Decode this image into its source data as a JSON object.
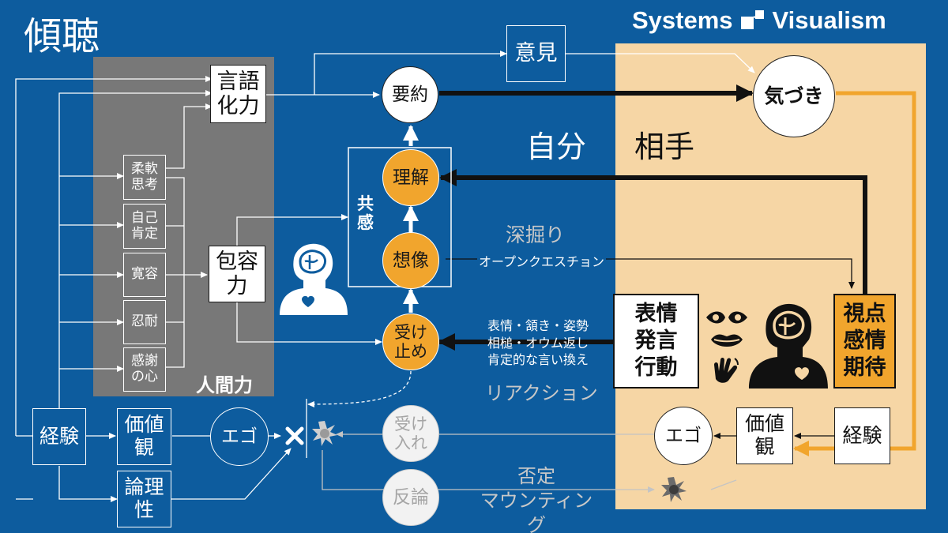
{
  "page_title": "傾聴",
  "brand": {
    "text_left": "Systems",
    "text_right": "Visualism"
  },
  "zone_labels": {
    "self": "自分",
    "other": "相手"
  },
  "human_power": {
    "title": "人間力",
    "traits": [
      "柔軟\n思考",
      "自己\n肯定",
      "寛容",
      "忍耐",
      "感謝\nの心"
    ]
  },
  "self_side": {
    "verbal_power": "言語\n化力",
    "tolerance_power": "包容\n力",
    "opinion": "意見",
    "summary": "要約",
    "empathy_label": "共\n感",
    "understanding": "理解",
    "imagination": "想像",
    "acceptance": "受け\n止め",
    "experience": "経験",
    "values": "価値\n観",
    "ego": "エゴ",
    "logic": "論理\n性",
    "receive": "受け\n入れ",
    "rebuttal": "反論"
  },
  "other_side": {
    "awareness": "気づき",
    "viewpoint_box": "視点\n感情\n期待",
    "expression_box": "表情\n発言\n行動",
    "ego": "エゴ",
    "values": "価値\n観",
    "experience": "経験"
  },
  "annotations": {
    "dig_deeper": "深掘り",
    "open_question": "オープンクエスチョン",
    "reaction_examples": "表情・頷き・姿勢\n相槌・オウム返し\n肯定的な言い換え",
    "reaction": "リアクション",
    "denial": "否定\nマウンティング"
  },
  "colors": {
    "background": "#0d5c9e",
    "human_panel": "#787878",
    "other_panel": "#f6d6a5",
    "orange": "#f1a52d",
    "dark": "#111111"
  },
  "icons": [
    "cube-logo-icon",
    "brain-head-heart-icon",
    "face-eyes-lips-icon",
    "nodding-hand-icon",
    "brain-head-heart-dark-icon",
    "cross-mark-icon",
    "burst-icon",
    "burst-icon-right"
  ]
}
